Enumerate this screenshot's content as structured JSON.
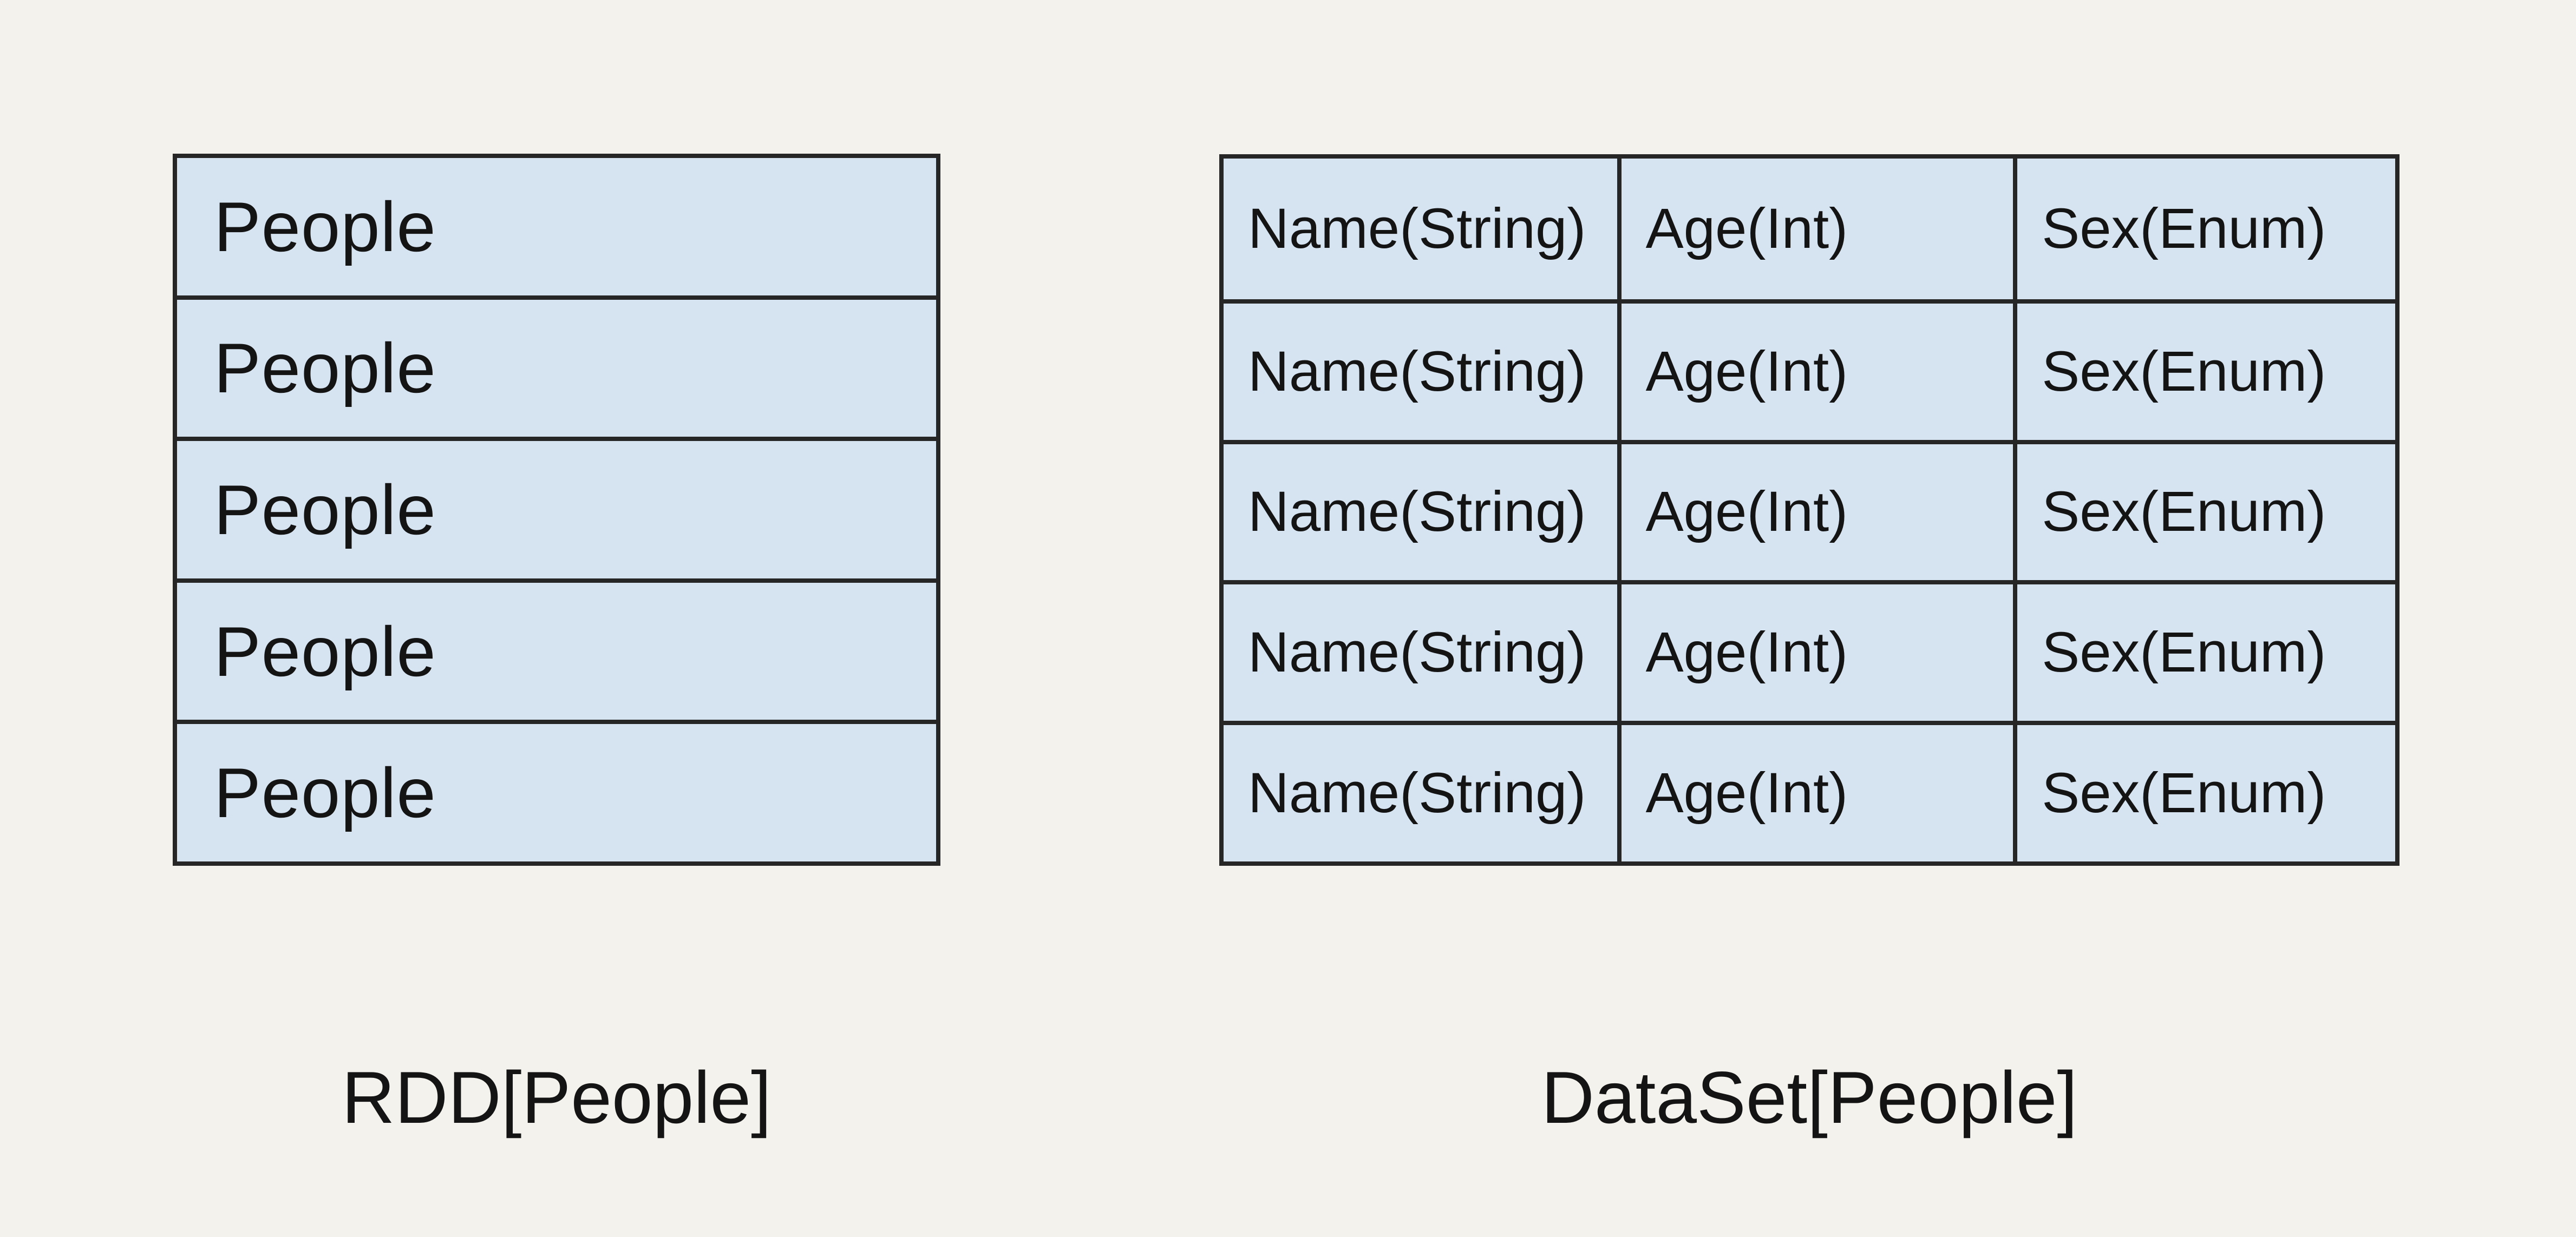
{
  "colors": {
    "bg": "#f4f2ed",
    "cell": "#d6e3f1",
    "border": "#262626",
    "text": "#141414"
  },
  "rdd": {
    "label": "RDD[People]",
    "rows": [
      "People",
      "People",
      "People",
      "People",
      "People"
    ]
  },
  "dataset": {
    "label": "DataSet[People]",
    "rows": [
      [
        "Name(String)",
        "Age(Int)",
        "Sex(Enum)"
      ],
      [
        "Name(String)",
        "Age(Int)",
        "Sex(Enum)"
      ],
      [
        "Name(String)",
        "Age(Int)",
        "Sex(Enum)"
      ],
      [
        "Name(String)",
        "Age(Int)",
        "Sex(Enum)"
      ],
      [
        "Name(String)",
        "Age(Int)",
        "Sex(Enum)"
      ]
    ]
  }
}
